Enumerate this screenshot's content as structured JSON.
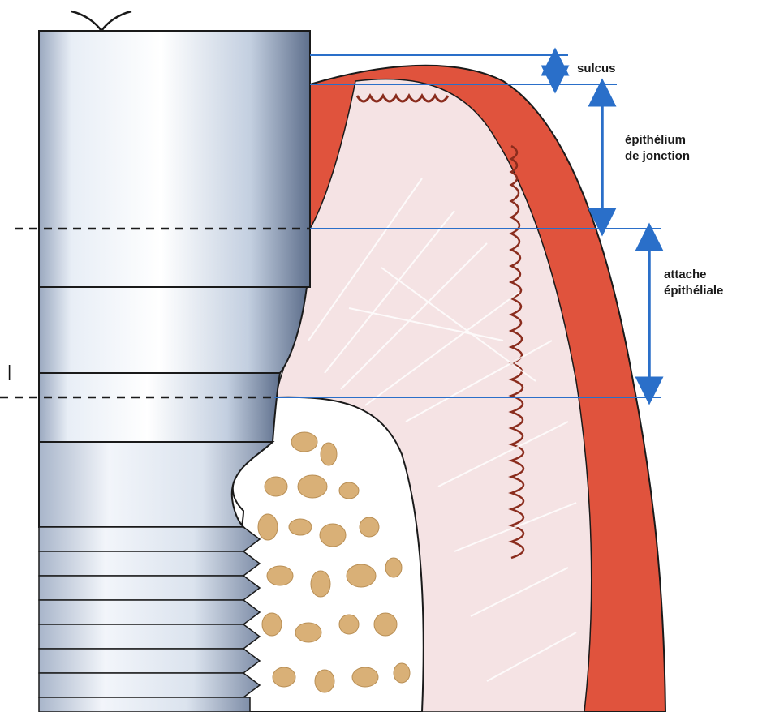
{
  "labels": {
    "sulcus": "sulcus",
    "junction_line1": "épithélium",
    "junction_line2": "de jonction",
    "attachment_line1": "attache",
    "attachment_line2": "épithéliale",
    "left_mark": "|"
  },
  "colors": {
    "implant_light": "#f4f8fc",
    "implant_dark": "#5e6f8c",
    "epithelium_red": "#e0533d",
    "connective_pink": "#f5e3e4",
    "bone_spot": "#d9b077",
    "annotation_blue": "#2a6fc9",
    "outline": "#1a1a1a"
  }
}
